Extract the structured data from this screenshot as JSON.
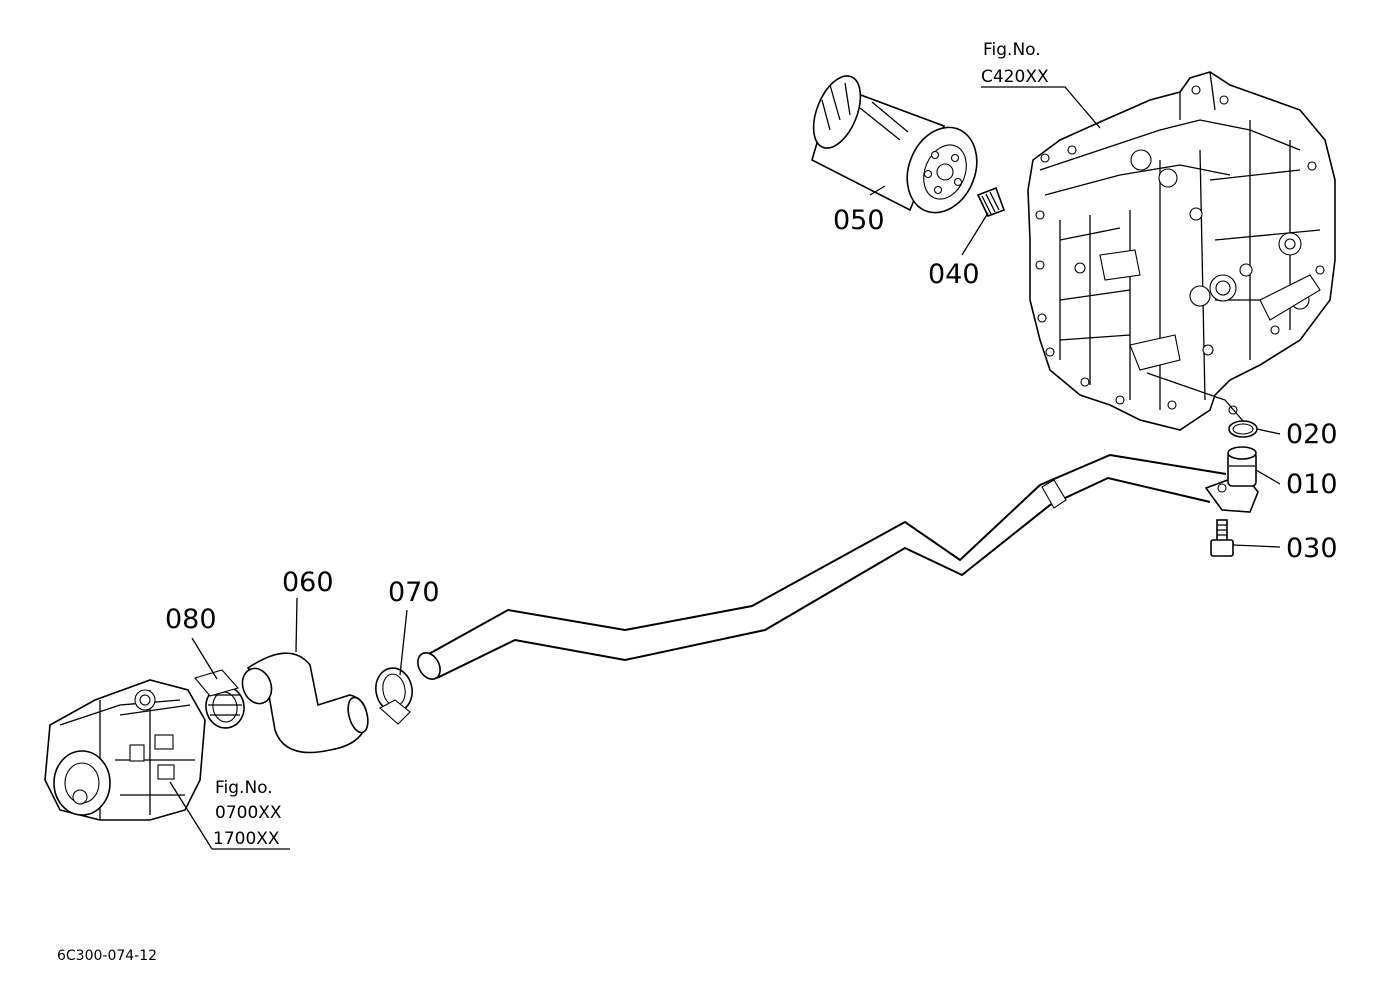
{
  "parts": [
    {
      "id": "callout-010",
      "number": "010"
    },
    {
      "id": "callout-020",
      "number": "020"
    },
    {
      "id": "callout-030",
      "number": "030"
    },
    {
      "id": "callout-040",
      "number": "040"
    },
    {
      "id": "callout-050",
      "number": "050"
    },
    {
      "id": "callout-060",
      "number": "060"
    },
    {
      "id": "callout-070",
      "number": "070"
    },
    {
      "id": "callout-080",
      "number": "080"
    }
  ],
  "fig_refs": {
    "transmission": {
      "label": "Fig.No.",
      "codes": [
        "C420XX"
      ]
    },
    "pump": {
      "label": "Fig.No.",
      "codes": [
        "0700XX",
        "1700XX"
      ]
    }
  },
  "footer": {
    "drawing_code": "6C300-074-12"
  }
}
